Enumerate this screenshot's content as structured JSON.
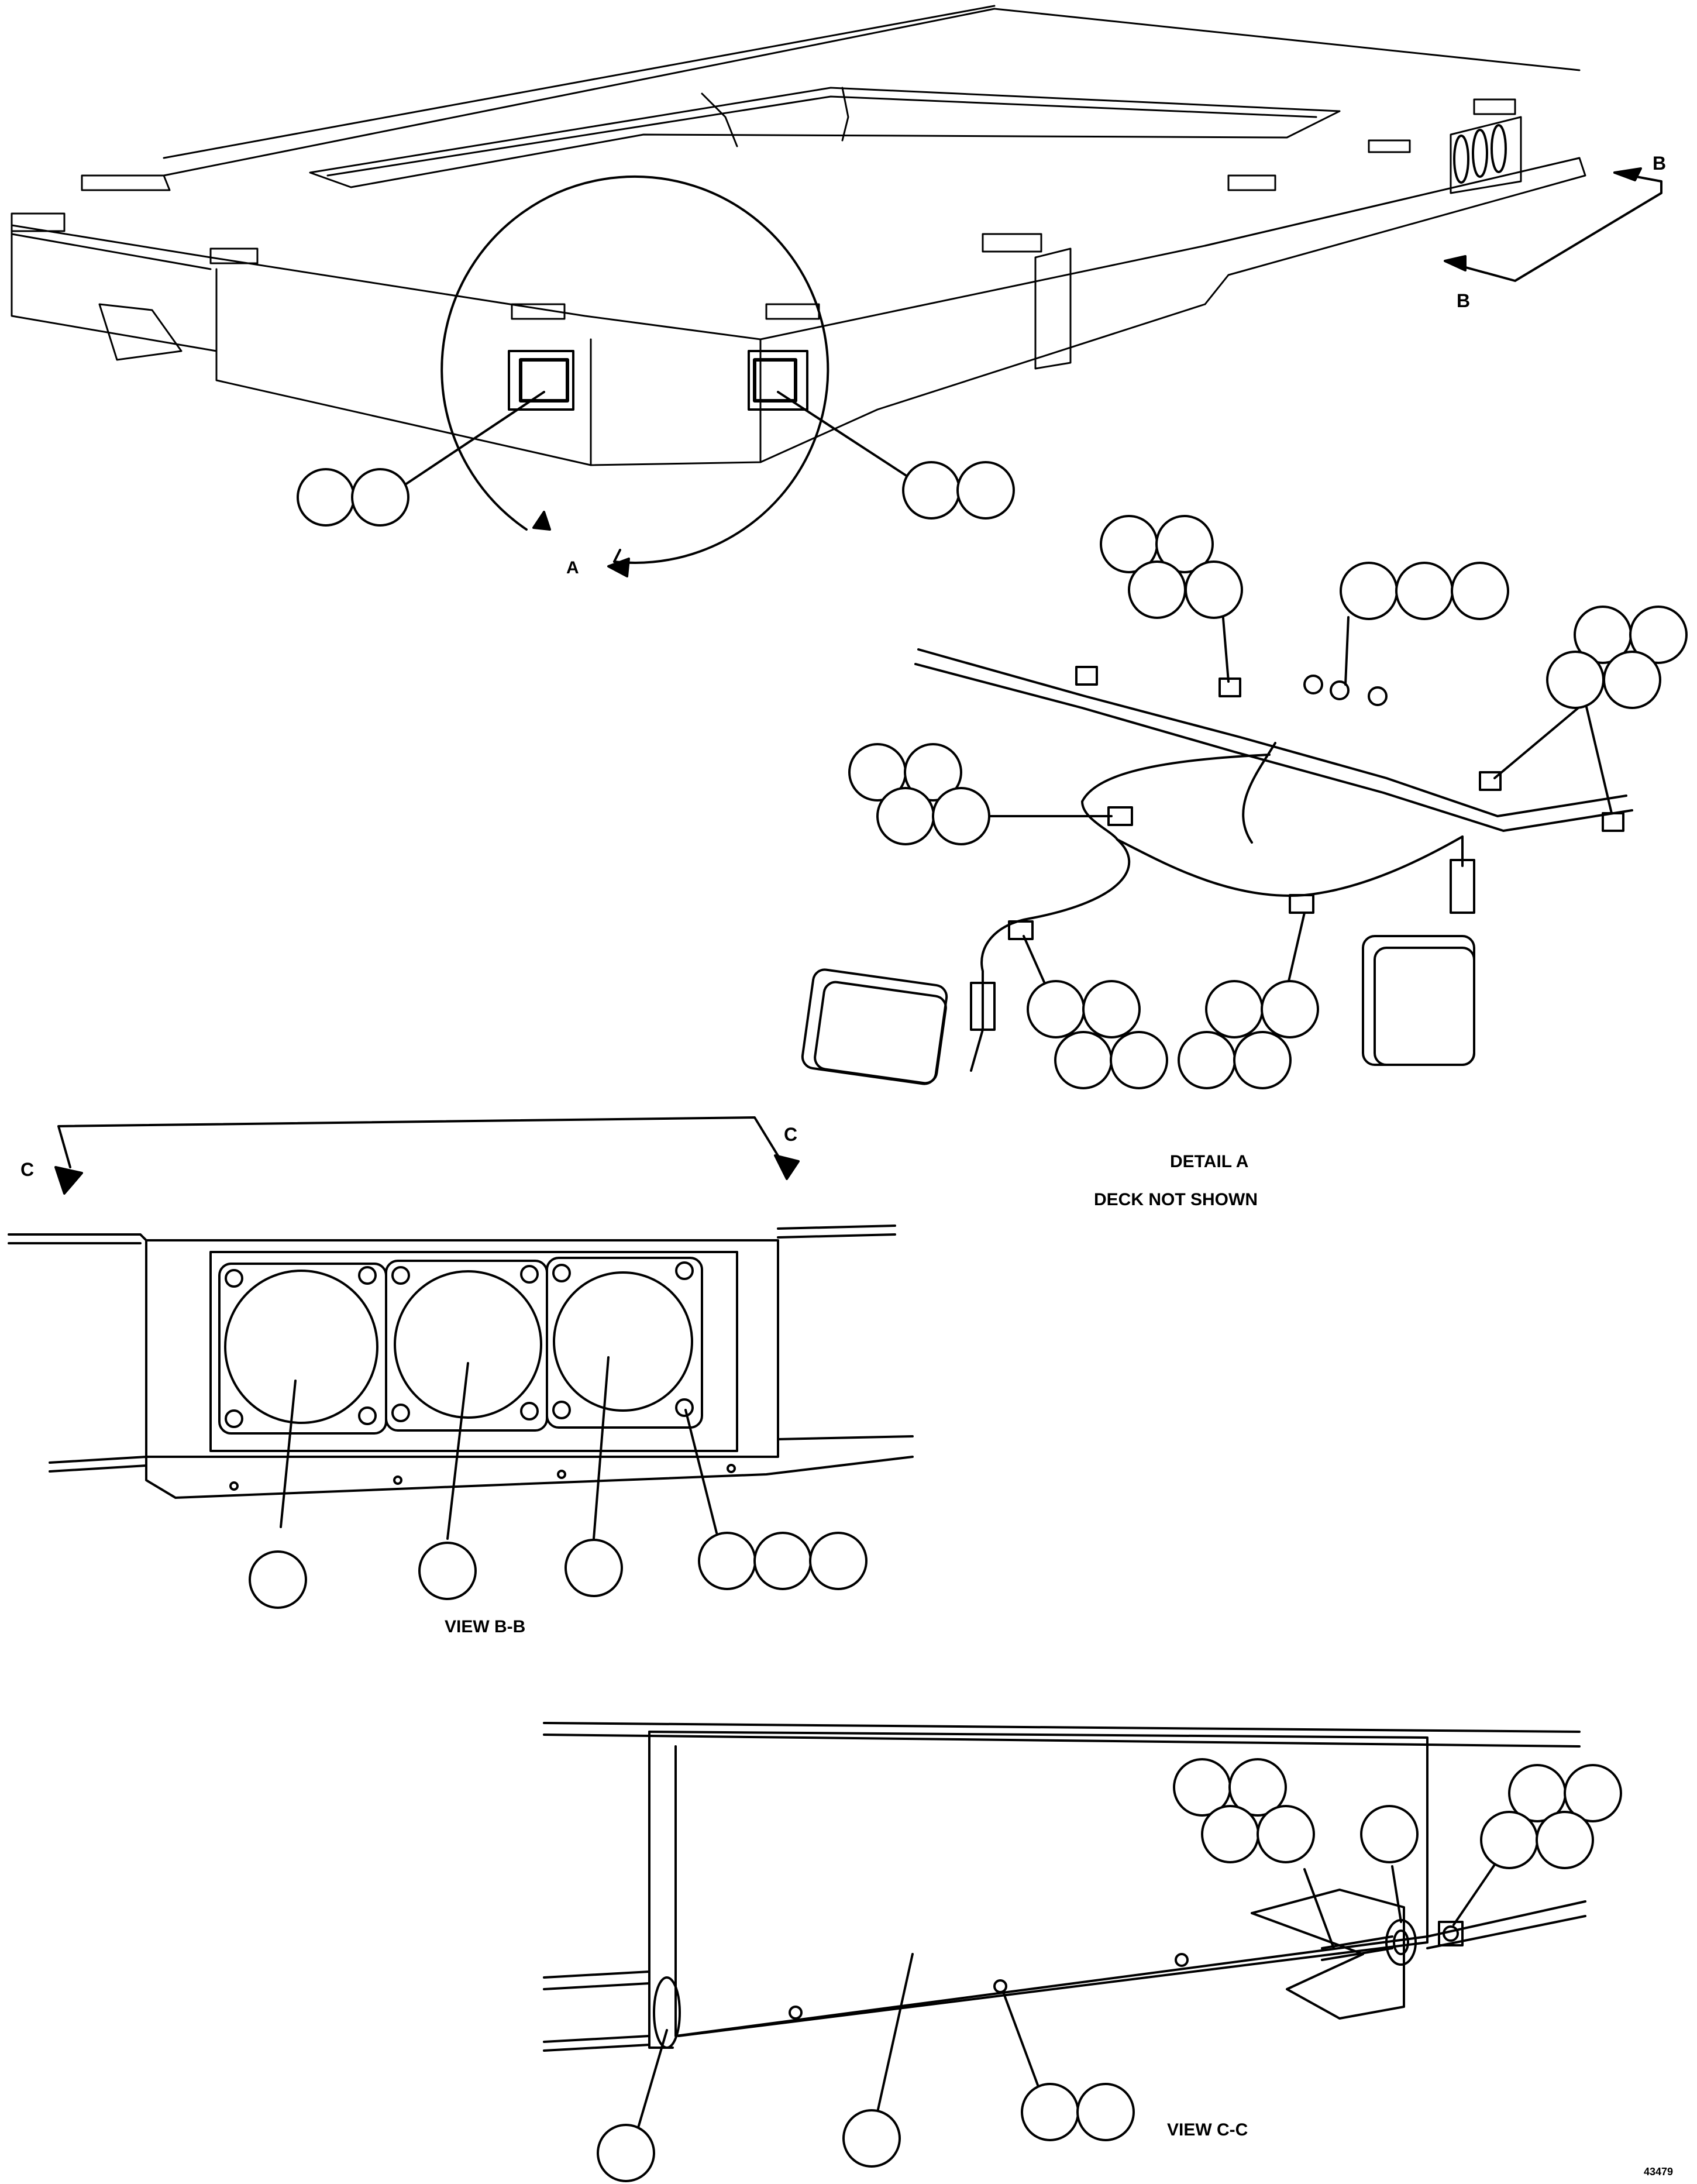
{
  "labels": {
    "section_b_top": "B",
    "section_b_bottom": "B",
    "section_c_left": "C",
    "section_c_right": "C",
    "detail_a_marker": "A",
    "detail_a_title": "DETAIL A",
    "detail_a_note": "DECK NOT SHOWN",
    "view_bb": "VIEW B-B",
    "view_cc": "VIEW C-C",
    "drawing_number": "43479"
  },
  "callout_groups": [
    {
      "name": "main-left-light",
      "count": 2
    },
    {
      "name": "main-right-light",
      "count": 2
    },
    {
      "name": "detail-a-top-clamp",
      "count": 4
    },
    {
      "name": "detail-a-screws",
      "count": 3
    },
    {
      "name": "detail-a-right-clamps",
      "count": 4
    },
    {
      "name": "detail-a-left-clamp",
      "count": 4
    },
    {
      "name": "detail-a-bottom-left-clamp",
      "count": 4
    },
    {
      "name": "detail-a-bottom-center-clamp",
      "count": 4
    },
    {
      "name": "view-bb-light-1",
      "count": 1
    },
    {
      "name": "view-bb-light-2",
      "count": 1
    },
    {
      "name": "view-bb-light-3",
      "count": 1
    },
    {
      "name": "view-bb-screws",
      "count": 3
    },
    {
      "name": "view-cc-clamp",
      "count": 4
    },
    {
      "name": "view-cc-grommet",
      "count": 1
    },
    {
      "name": "view-cc-connector",
      "count": 4
    },
    {
      "name": "view-cc-plug",
      "count": 1
    },
    {
      "name": "view-cc-panel",
      "count": 1
    },
    {
      "name": "view-cc-rivets",
      "count": 2
    }
  ]
}
